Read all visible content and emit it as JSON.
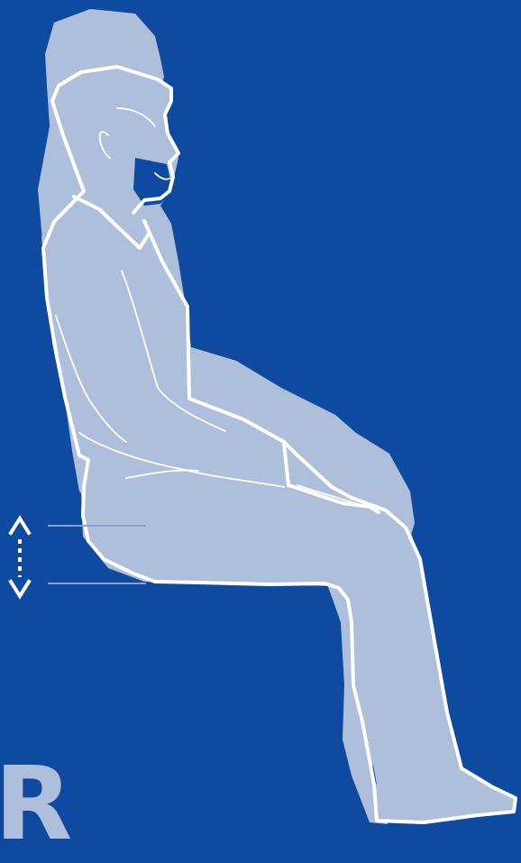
{
  "figure": {
    "corner_letter": "R",
    "colors": {
      "background": "#0e4a9f",
      "silhouette": "#aebfdc",
      "outline": "#ffffff",
      "guide": "#8b9fd0"
    },
    "icons": {
      "up": "arrow-up-chevron",
      "down": "arrow-down-chevron"
    }
  }
}
